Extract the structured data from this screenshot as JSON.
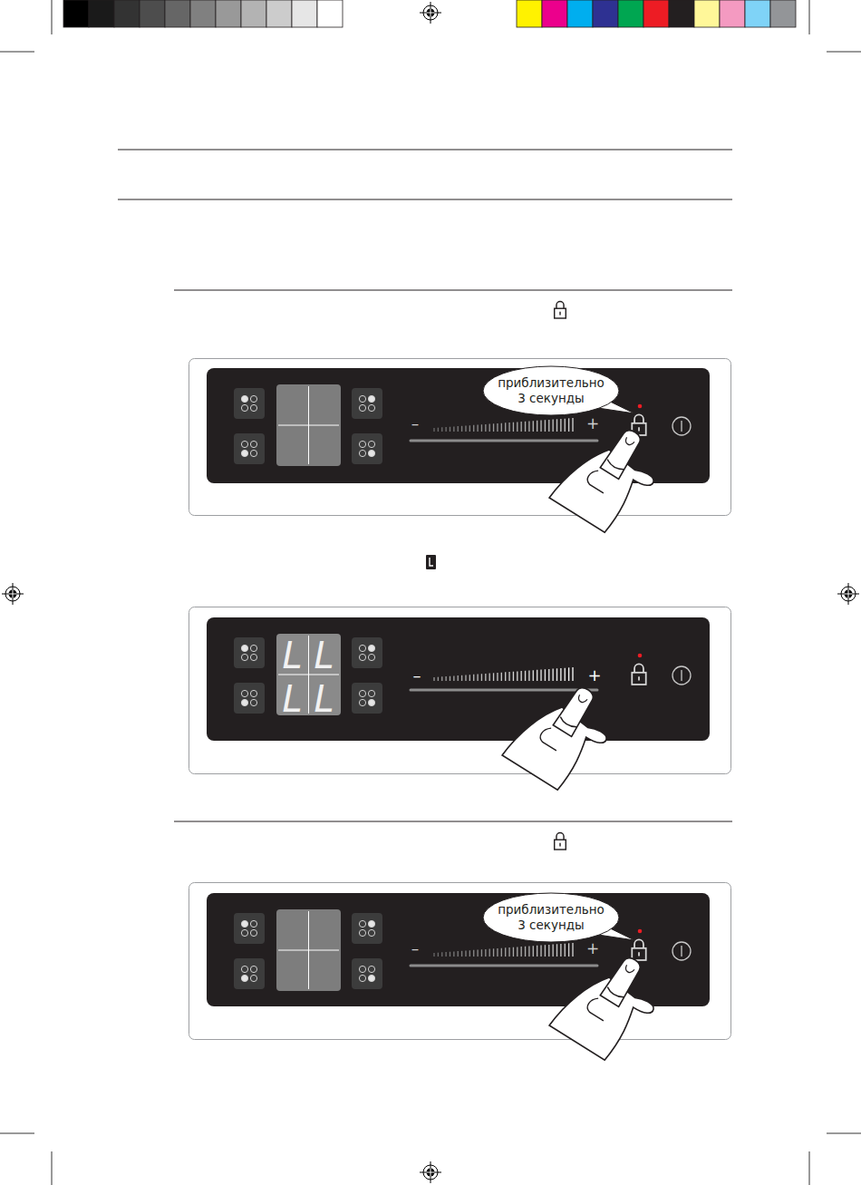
{
  "diagram": {
    "nodes": [
      {
        "text": [
          "приблизительно 3 секунды"
        ]
      },
      {
        "text": [
          "приблизительно 3 секунды"
        ]
      }
    ],
    "labels": [
      "–",
      "+",
      "L",
      "L",
      "L",
      "L",
      "–",
      "+",
      "–",
      "+"
    ]
  }
}
